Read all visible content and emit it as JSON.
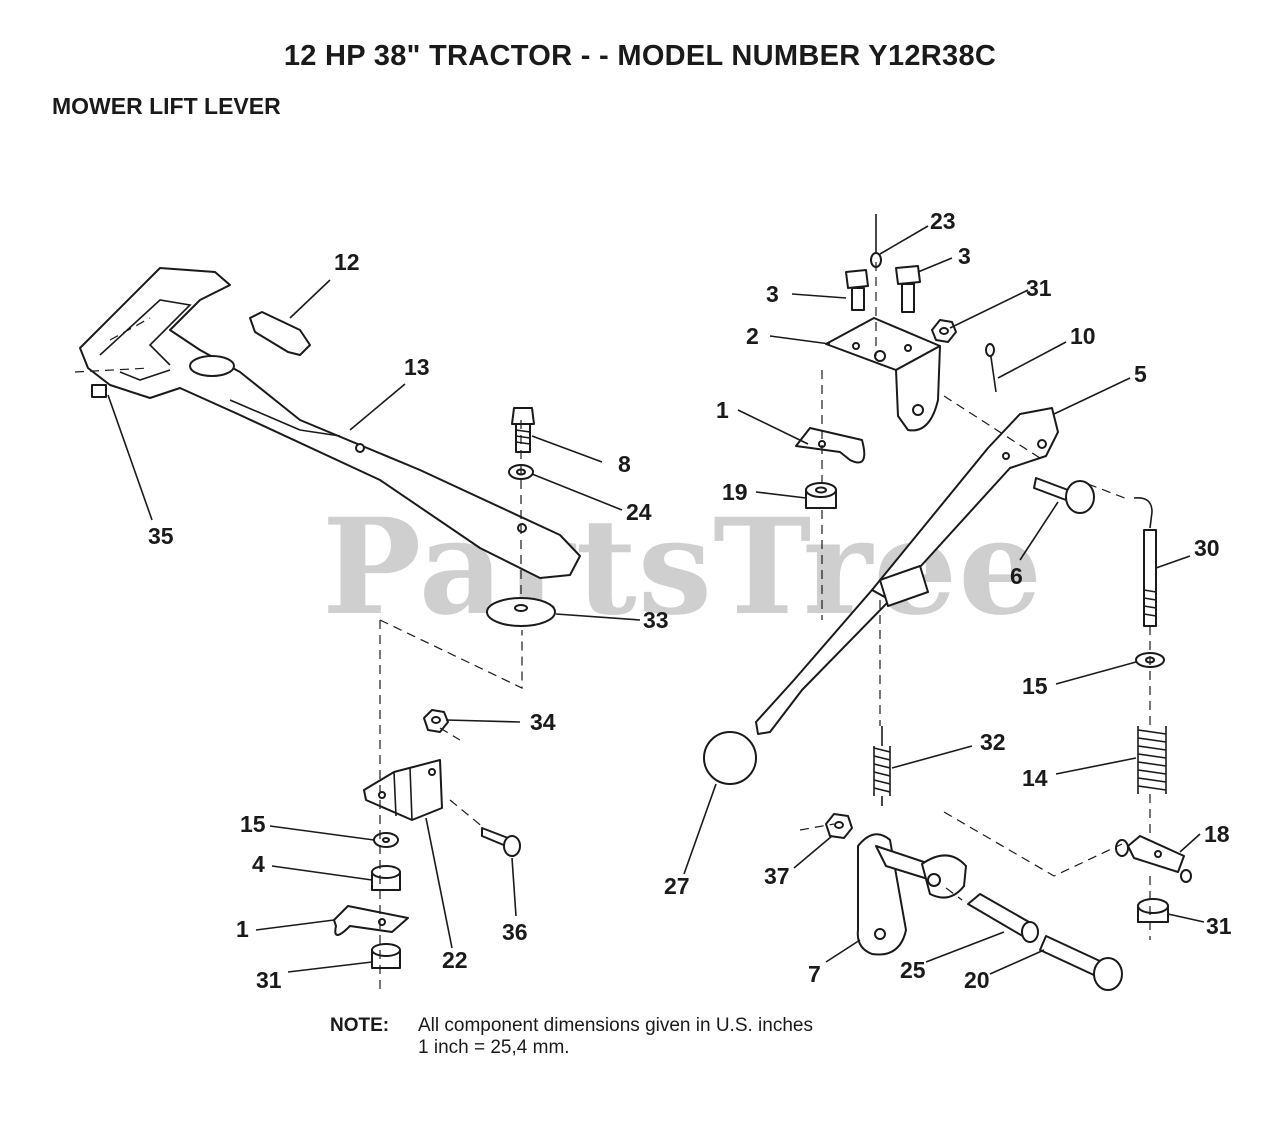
{
  "header": {
    "title": "12 HP 38\" TRACTOR - - MODEL NUMBER Y12R38C",
    "subtitle": "MOWER LIFT LEVER"
  },
  "watermark": "PartsTree",
  "note": {
    "label": "NOTE:",
    "line1": "All component dimensions given in U.S. inches",
    "line2": "1 inch = 25,4 mm."
  },
  "callouts": {
    "c1a": "1",
    "c1b": "1",
    "c2": "2",
    "c3a": "3",
    "c3b": "3",
    "c4": "4",
    "c5": "5",
    "c6": "6",
    "c7": "7",
    "c8": "8",
    "c10": "10",
    "c12": "12",
    "c13": "13",
    "c14": "14",
    "c15a": "15",
    "c15b": "15",
    "c18": "18",
    "c19": "19",
    "c20": "20",
    "c22": "22",
    "c23": "23",
    "c24": "24",
    "c25": "25",
    "c27": "27",
    "c30": "30",
    "c31a": "31",
    "c31b": "31",
    "c31c": "31",
    "c32": "32",
    "c33": "33",
    "c34": "34",
    "c35": "35",
    "c36": "36",
    "c37": "37"
  },
  "colors": {
    "ink": "#1a1a1a",
    "watermark": "#cfcfcf",
    "background": "#ffffff"
  }
}
